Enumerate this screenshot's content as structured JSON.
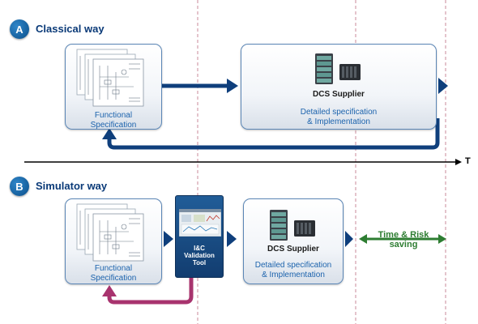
{
  "colors": {
    "navy": "#0a3a78",
    "arrow_blue": "#0f3f7c",
    "link_blue": "#1c63ad",
    "magenta": "#a8336e",
    "green": "#2e7d32",
    "divider": "#c88a9a"
  },
  "classical": {
    "badge": "A",
    "title": "Classical way",
    "functional_label": "Functional\nSpecification",
    "supplier_title": "DCS Supplier",
    "supplier_sub": "Detailed specification\n& Implementation"
  },
  "timeline": {
    "axis_label": "T"
  },
  "simulator": {
    "badge": "B",
    "title": "Simulator way",
    "functional_label": "Functional\nSpecification",
    "tool_label": "I&C\nValidation\nTool",
    "supplier_title": "DCS Supplier",
    "supplier_sub": "Detailed specification\n& Implementation",
    "saving_label": "Time & Risk\nsaving"
  },
  "icons": {
    "functional_doc": "schematic-document-stack-icon",
    "dcs_hardware": "dcs-rack-hardware-icon",
    "validation_screen": "software-screen-icon"
  }
}
